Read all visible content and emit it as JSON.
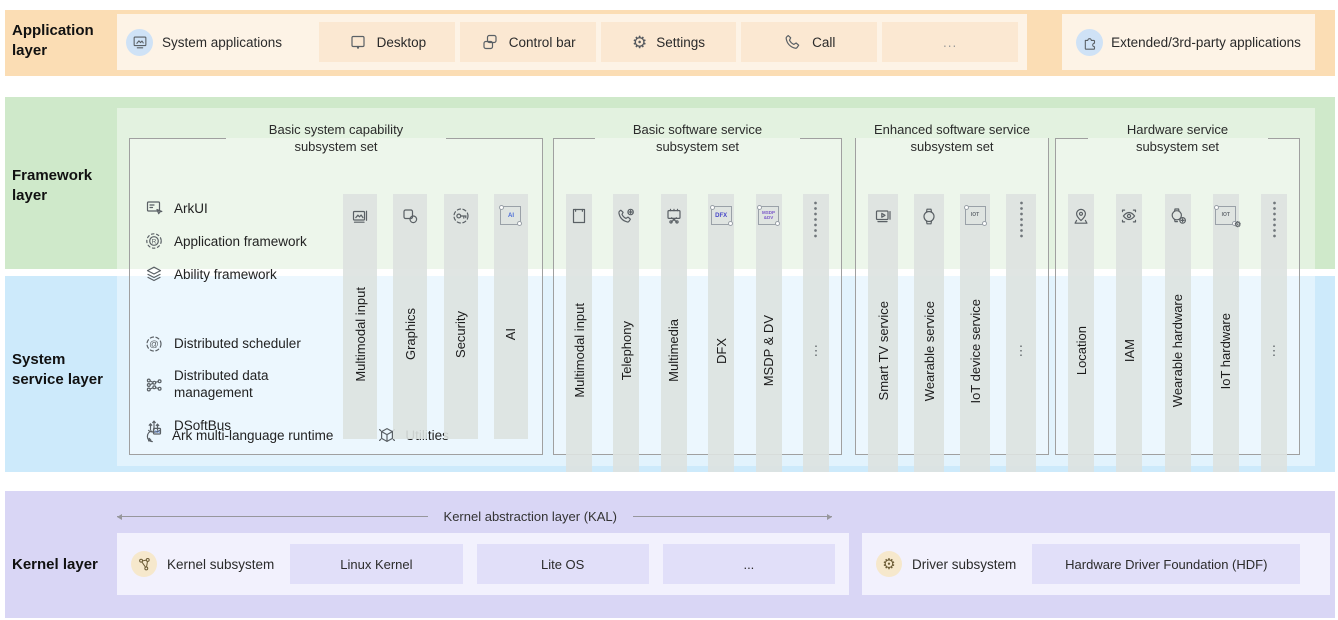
{
  "app_layer": {
    "label": "Application layer",
    "items": [
      {
        "name": "system-applications",
        "label": "System applications",
        "icon": "monitor-photo-icon",
        "circle": true
      },
      {
        "name": "desktop",
        "label": "Desktop",
        "icon": "desktop-icon"
      },
      {
        "name": "control-bar",
        "label": "Control bar",
        "icon": "panels-icon"
      },
      {
        "name": "settings",
        "label": "Settings",
        "icon": "gear-icon"
      },
      {
        "name": "call",
        "label": "Call",
        "icon": "phone-icon"
      },
      {
        "name": "more",
        "label": "..."
      }
    ],
    "extended_label": "Extended/3rd-party applications",
    "extended_icon": "puzzle-icon"
  },
  "framework_layer": {
    "label": "Framework layer",
    "items": [
      {
        "name": "arkui",
        "label": "ArkUI",
        "icon": "arkui-icon"
      },
      {
        "name": "application-framework",
        "label": "Application framework",
        "icon": "app-framework-icon"
      },
      {
        "name": "ability-framework",
        "label": "Ability framework",
        "icon": "layers-icon"
      }
    ]
  },
  "system_service_layer": {
    "label": "System service layer",
    "items": [
      {
        "name": "distributed-scheduler",
        "label": "Distributed scheduler",
        "icon": "scheduler-icon"
      },
      {
        "name": "distributed-data-management",
        "label": "Distributed data management",
        "icon": "data-network-icon",
        "two_line": true
      },
      {
        "name": "dsoftbus",
        "label": "DSoftBus",
        "icon": "softbus-icon"
      }
    ],
    "bottom_items": [
      {
        "name": "ark-multi-language-runtime",
        "label": "Ark multi-language runtime",
        "icon": "runtime-icon"
      },
      {
        "name": "utilities",
        "label": "Utilities",
        "icon": "cube-icon"
      }
    ]
  },
  "subsystem_sets": [
    {
      "title": "Basic system capability subsystem set",
      "columns": [
        {
          "label": "Multimodal input",
          "icon": "photos-icon"
        },
        {
          "label": "Graphics",
          "icon": "shapes-icon"
        },
        {
          "label": "Security",
          "icon": "key-icon"
        },
        {
          "label": "AI",
          "icon": "badge-icon",
          "badge_text": "AI",
          "badge_color": "#4a6bd6",
          "badge_size": 6
        }
      ],
      "dots_column": false
    },
    {
      "title": "Basic software service subsystem set",
      "columns": [
        {
          "label": "Multimodal input",
          "icon": "window-icon"
        },
        {
          "label": "Telephony",
          "icon": "phone-gear-icon"
        },
        {
          "label": "Multimedia",
          "icon": "media-icon"
        },
        {
          "label": "DFX",
          "icon": "badge-icon",
          "badge_text": "DFX",
          "badge_color": "#4646c8",
          "badge_size": 6
        },
        {
          "label": "MSDP & DV",
          "icon": "badge-icon",
          "badge_text": "MSDP\n&DV",
          "badge_color": "#7a58c8",
          "badge_size": 4.5
        }
      ],
      "dots_column": true
    },
    {
      "title": "Enhanced software service subsystem set",
      "columns": [
        {
          "label": "Smart TV service",
          "icon": "tv-icon"
        },
        {
          "label": "Wearable service",
          "icon": "watch-icon"
        },
        {
          "label": "IoT device service",
          "icon": "badge-icon",
          "badge_text": "IOT",
          "badge_color": "#666c72",
          "badge_size": 5
        }
      ],
      "dots_column": true
    },
    {
      "title": "Hardware service subsystem set",
      "columns": [
        {
          "label": "Location",
          "icon": "pin-icon"
        },
        {
          "label": "IAM",
          "icon": "eye-icon"
        },
        {
          "label": "Wearable hardware",
          "icon": "watch-gear-icon"
        },
        {
          "label": "IoT hardware",
          "icon": "badge-gear-icon",
          "badge_text": "IOT",
          "badge_color": "#666c72",
          "badge_size": 5
        }
      ],
      "dots_column": true
    }
  ],
  "kernel_layer": {
    "label": "Kernel layer",
    "kal_label": "Kernel abstraction layer (KAL)",
    "kernel_subsystem": {
      "label": "Kernel subsystem",
      "icon": "branch-icon",
      "items": [
        "Linux Kernel",
        "Lite OS",
        "..."
      ]
    },
    "driver_subsystem": {
      "label": "Driver subsystem",
      "icon": "engine-gear-icon",
      "items": [
        "Hardware Driver Foundation (HDF)"
      ]
    }
  },
  "colors": {
    "application_band": "#fbddb4",
    "framework_band": "#cfe9ca",
    "system_service_band": "#cdeafb",
    "kernel_band": "#d9d6f5",
    "app_item_box": "#fbe8d2",
    "kernel_item_box": "#e1dff9",
    "column_bar": "#dde2e0",
    "icon_circle_blue": "#cfe2f6",
    "icon_circle_beige": "#f6e8cc"
  }
}
